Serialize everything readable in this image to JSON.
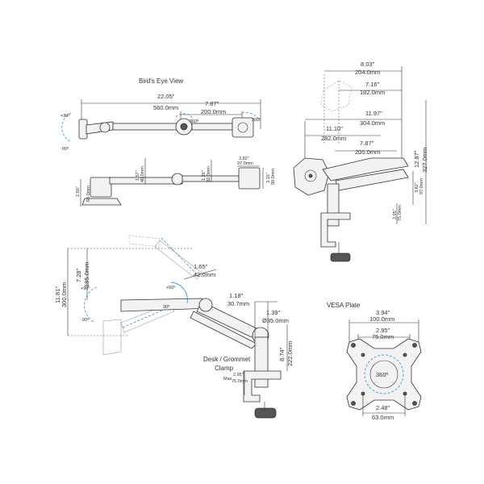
{
  "views": {
    "birds_eye": {
      "title": "Bird's Eye View",
      "total_in": "22.05\"",
      "total_mm": "560.0mm",
      "segment_in": "7.87\"",
      "segment_mm": "200.0mm",
      "angle_top": "+90º",
      "angle_bottom": "-90º",
      "angle_mid": "360º",
      "angle_end": "360º"
    },
    "side": {
      "height_in": "2.60\"",
      "height_mm": "66.0mm",
      "arm1_in": "1.57\"",
      "arm1_mm": "40.0mm",
      "arm2_in": "1.26\"",
      "arm2_mm": "32.0mm",
      "head_w_in": "3.82\"",
      "head_w_mm": "97.0mm",
      "head_h_in": "3.15\"",
      "head_h_mm": "80.0mm"
    },
    "front": {
      "w1_in": "8.03\"",
      "w1_mm": "204.0mm",
      "w2_in": "7.16\"",
      "w2_mm": "182.0mm",
      "w3_in": "11.97\"",
      "w3_mm": "304.0mm",
      "w4_in": "11.10\"",
      "w4_mm": "282.0mm",
      "w5_in": "7.87\"",
      "w5_mm": "200.0mm",
      "h1_in": "12.87\"",
      "h1_mm": "327.0mm",
      "h2_in": "3.82\"",
      "h2_mm": "97.0mm",
      "h3_in": "2.95\"",
      "h3_mm": "75.0mm"
    },
    "lift": {
      "h1_in": "11.81\"",
      "h1_mm": "300.0mm",
      "h2_in": "7.28\"",
      "h2_mm": "185.0mm",
      "offset_in": "1.65\"",
      "offset_mm": "42.0mm",
      "angle_up": "+90º",
      "angle_down": "-90º",
      "angle_tilt": "+60º",
      "angle_rot": "30º",
      "arm_in": "1.18\"",
      "arm_mm": "30.7mm",
      "pole_in": "1.39\"",
      "pole_mm": "Ø35.0mm",
      "pole_h_in": "8.74\"",
      "pole_h_mm": "222.0mm",
      "clamp_label": "Desk / Grommet\nClamp",
      "clamp_label_line1": "Desk / Grommet",
      "clamp_label_line2": "Clamp",
      "max_label": "Max",
      "max_in": "2.95\"",
      "max_mm": "75.0mm"
    },
    "vesa": {
      "title": "VESA Plate",
      "outer_in": "3.94\"",
      "outer_mm": "100.0mm",
      "inner_in": "2.95\"",
      "inner_mm": "75.0mm",
      "rotation": "360º",
      "bottom_in": "2.48\"",
      "bottom_mm": "63.0mm"
    }
  }
}
